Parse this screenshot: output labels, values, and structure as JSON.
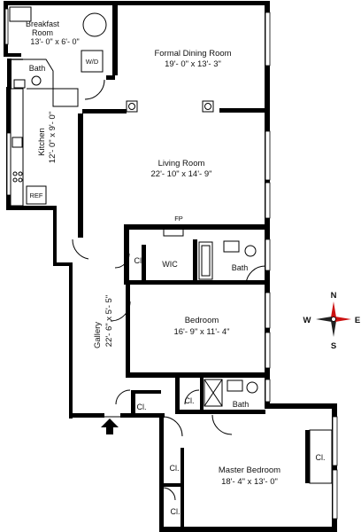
{
  "rooms": {
    "breakfast": {
      "name_line1": "Breakfast",
      "name_line2": "Room",
      "dims": "13'- 0\" x 6'- 0\""
    },
    "dining": {
      "name": "Formal Dining Room",
      "dims": "19'- 0\" x 13'- 3\""
    },
    "bath_kitchen": {
      "name": "Bath"
    },
    "kitchen": {
      "name": "Kitchen",
      "dims": "12'- 0\" x 9'- 0\""
    },
    "living": {
      "name": "Living Room",
      "dims": "22'- 10\" x 14'- 9\""
    },
    "fireplace": {
      "name": "FP"
    },
    "closet_a": {
      "name": "Cl."
    },
    "wic": {
      "name": "WIC"
    },
    "bath_bed": {
      "name": "Bath"
    },
    "bedroom": {
      "name": "Bedroom",
      "dims": "16'- 9\" x 11'- 4\""
    },
    "gallery": {
      "name": "Gallery",
      "dims": "22'- 6\" x 5'- 5\""
    },
    "closet_b": {
      "name": "Cl."
    },
    "closet_c": {
      "name": "Cl."
    },
    "bath_master": {
      "name": "Bath"
    },
    "master": {
      "name": "Master Bedroom",
      "dims": "18'- 4\" x 13'- 0\""
    },
    "closet_d": {
      "name": "Cl."
    },
    "closet_e": {
      "name": "Cl."
    },
    "closet_f": {
      "name": "Cl."
    }
  },
  "appliance_labels": {
    "washer_dryer": "W/D",
    "refrigerator": "REF"
  },
  "compass": {
    "n": "N",
    "s": "S",
    "e": "E",
    "w": "W",
    "needle_color": "#cc1111"
  },
  "entry_icon": "entry-arrow-icon"
}
